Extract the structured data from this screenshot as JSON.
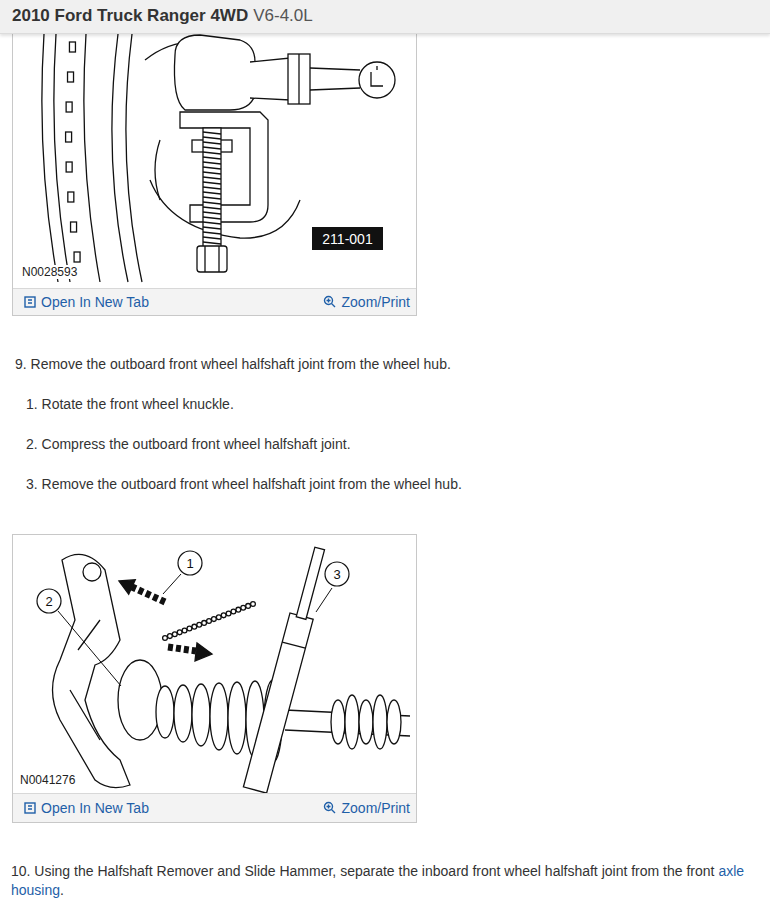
{
  "diagram": {
    "title": "2010 Ford Truck Ranger 4WD",
    "nodes": [
      {
        "text": [
          "211-001"
        ]
      },
      {
        "text": [
          "Open In New Tab",
          "Zoom/Print"
        ]
      },
      {
        "text": [
          "1"
        ]
      },
      {
        "text": [
          "2"
        ]
      },
      {
        "text": [
          "3"
        ]
      },
      {
        "text": [
          "Open In New Tab",
          "Zoom/Print"
        ]
      }
    ],
    "labels": [
      "V6-4.0L",
      "N0028593",
      "9. Remove the outboard front wheel halfshaft joint from the wheel hub.",
      "1. Rotate the front wheel knuckle.",
      "2. Compress the outboard front wheel halfshaft joint.",
      "3. Remove the outboard front wheel halfshaft joint from the wheel hub.",
      "N0041276",
      "10. Using the Halfshaft Remover and Slide Hammer, separate the inboard front wheel halfshaft joint from the front",
      "axle housing",
      "."
    ]
  }
}
